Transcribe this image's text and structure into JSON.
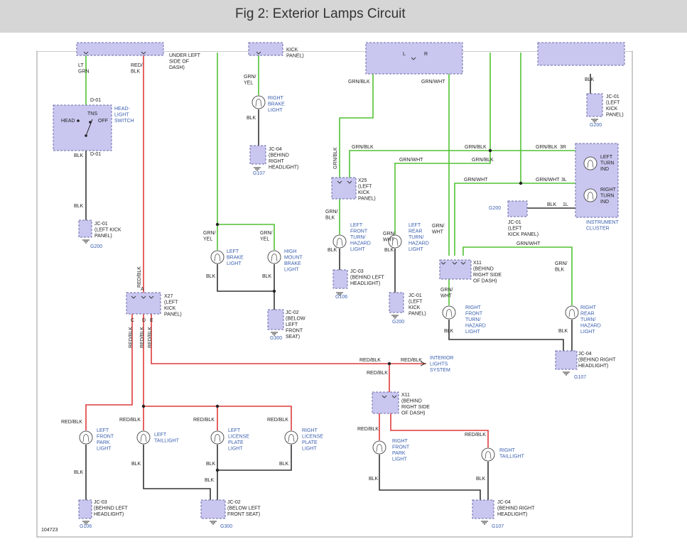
{
  "title": "Fig 2: Exterior Lamps Circuit",
  "figure_number": "104723",
  "colors": {
    "red": "#dd3b3b",
    "green": "#52c234",
    "black": "#333333",
    "component": "#c9c7f0"
  },
  "texts": {
    "under_left_dash": [
      "UNDER LEFT",
      "SIDE OF",
      "DASH)"
    ],
    "kick_panel_top": [
      "KICK",
      "PANEL)"
    ],
    "lt_grn": [
      "LT",
      "GRN"
    ],
    "red_blk": [
      "RED/",
      "BLK"
    ],
    "d01": "D-01",
    "tns": "TNS",
    "head": "HEAD",
    "off": "OFF",
    "headlight_switch": [
      "HEAD-",
      "LIGHT",
      "SWITCH"
    ],
    "blk": "BLK",
    "jc01_left_kick": [
      "JC-01",
      "(LEFT KICK",
      "PANEL)"
    ],
    "g200": "G200",
    "grn_yel": [
      "GRN/",
      "YEL"
    ],
    "right_brake_light": [
      "RIGHT",
      "BRAKE",
      "LIGHT"
    ],
    "jc04_behind_right": [
      "JC-04",
      "(BEHIND",
      "RIGHT",
      "HEADLIGHT)"
    ],
    "g107": "G107",
    "left_brake_light": [
      "LEFT",
      "BRAKE",
      "LIGHT"
    ],
    "high_mount": [
      "HIGH",
      "MOUNT",
      "BRAKE",
      "LIGHT"
    ],
    "jc02_below_left": [
      "JC-02",
      "(BELOW",
      "LEFT",
      "FRONT",
      "SEAT)"
    ],
    "g300": "G300",
    "red_blk_one": "RED/BLK",
    "x27": [
      "X27",
      "(LEFT",
      "KICK",
      "PANEL)"
    ],
    "pin_a": "A",
    "pins_cde": [
      "C",
      "D",
      "E"
    ],
    "grn_blk": "GRN/BLK",
    "grn_wht": "GRN/WHT",
    "lr": [
      "L",
      "R"
    ],
    "x25": [
      "X25",
      "(LEFT",
      "KICK",
      "PANEL)"
    ],
    "grn_blk_split": [
      "GRN/",
      "BLK"
    ],
    "grn_wht_split": [
      "GRN/",
      "WHT"
    ],
    "left_front_turn": [
      "LEFT",
      "FRONT",
      "TURN/",
      "HAZARD",
      "LIGHT"
    ],
    "left_rear_turn": [
      "LEFT",
      "REAR",
      "TURN/",
      "HAZARD",
      "LIGHT"
    ],
    "jc03_behind_left": [
      "JC-03",
      "(BEHIND LEFT",
      "HEADLIGHT)"
    ],
    "g106": "G106",
    "jc01_left_kick_3": [
      "JC-01",
      "(LEFT",
      "KICK",
      "PANEL)"
    ],
    "jc01_right": [
      "JC-01",
      "(LEFT",
      "KICK",
      "PANEL)"
    ],
    "jc01_mid": [
      "JC-01",
      "(LEFT",
      "KICK PANEL)"
    ],
    "pin_3r": "3R",
    "pin_3l": "3L",
    "pin_1l": "1L",
    "left_turn_ind": [
      "LEFT",
      "TURN",
      "IND"
    ],
    "right_turn_ind": [
      "RIGHT",
      "TURN",
      "IND"
    ],
    "instrument_cluster": [
      "INSTRUMENT",
      "CLUSTER"
    ],
    "x11": [
      "X11",
      "(BEHIND",
      "RIGHT SIDE",
      "OF DASH)"
    ],
    "right_front_turn": [
      "RIGHT",
      "FRONT",
      "TURN/",
      "HAZARD",
      "LIGHT"
    ],
    "right_rear_turn": [
      "RIGHT",
      "REAR",
      "TURN/",
      "HAZARD",
      "LIGHT"
    ],
    "jc04_behind_right_2": [
      "JC-04",
      "(BEHIND RIGHT",
      "HEADLIGHT)"
    ],
    "interior_lights": [
      "INTERIOR",
      "LIGHTS",
      "SYSTEM"
    ],
    "left_front_park": [
      "LEFT",
      "FRONT",
      "PARK",
      "LIGHT"
    ],
    "left_taillight": [
      "LEFT",
      "TAILLIGHT"
    ],
    "left_license": [
      "LEFT",
      "LICENSE",
      "PLATE",
      "LIGHT"
    ],
    "right_license": [
      "RIGHT",
      "LICENSE",
      "PLATE",
      "LIGHT"
    ],
    "right_front_park": [
      "RIGHT",
      "FRONT",
      "PARK",
      "LIGHT"
    ],
    "right_taillight": [
      "RIGHT",
      "TAILLIGHT"
    ],
    "jc03_bottom": [
      "JC-03",
      "(BEHIND LEFT",
      "HEADLIGHT)"
    ],
    "jc02_bottom": [
      "JC-02",
      "(BELOW LEFT",
      "FRONT SEAT)"
    ],
    "jc04_bottom": [
      "JC-04",
      "(BEHIND RIGHT",
      "HEADLIGHT)"
    ]
  }
}
